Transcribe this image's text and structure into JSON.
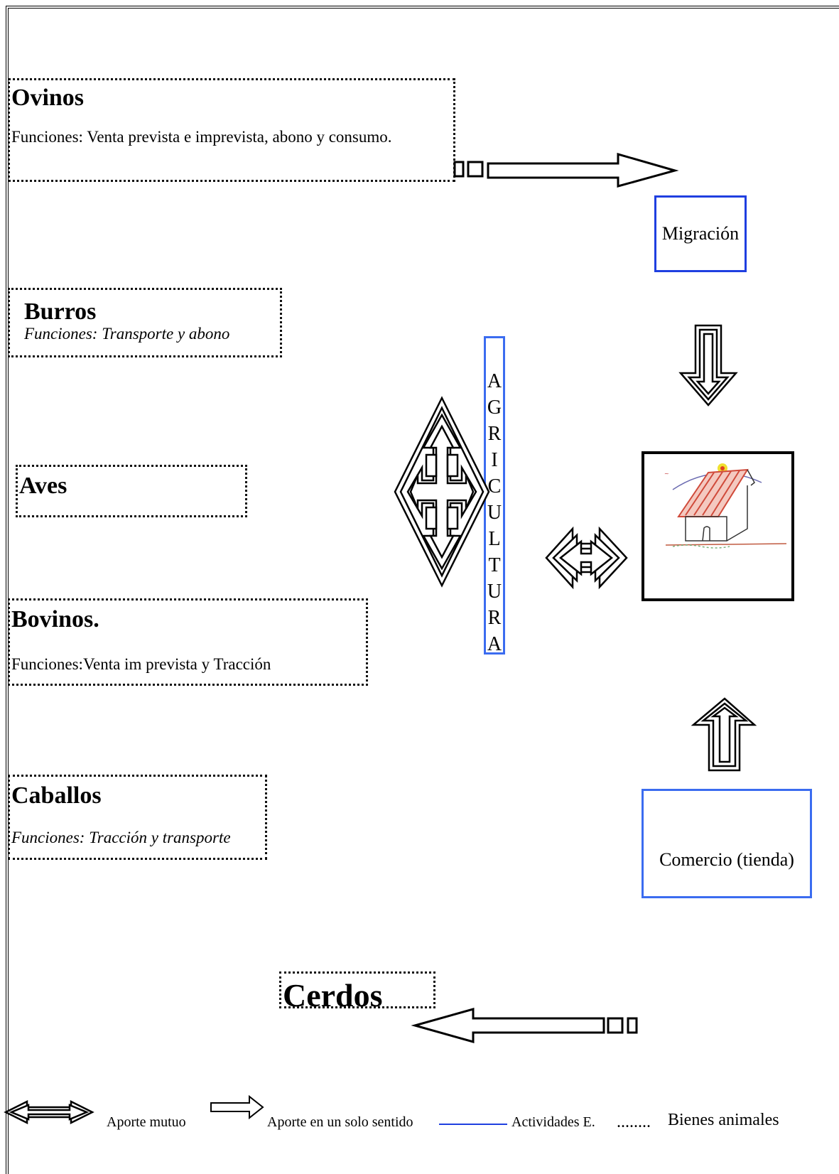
{
  "boxes": {
    "ovinos": {
      "title": "Ovinos",
      "func": "Funciones: Venta prevista e imprevista, abono y consumo."
    },
    "burros": {
      "title": "Burros",
      "func": "Funciones: Transporte y abono"
    },
    "aves": {
      "title": "Aves"
    },
    "bovinos": {
      "title": "Bovinos.",
      "func": "Funciones:Venta im prevista y Tracción"
    },
    "caballos": {
      "title": "Caballos",
      "func": "Funciones: Tracción y transporte"
    },
    "cerdos": {
      "title": "Cerdos"
    }
  },
  "activities": {
    "migracion": "Migración",
    "comercio": "Comercio (tienda)",
    "agricultura": [
      "A",
      "G",
      "R",
      "I",
      "C",
      "U",
      "L",
      "T",
      "U",
      "R",
      "A"
    ]
  },
  "legend": {
    "mutuo": "Aporte mutuo",
    "sentido": "Aporte en un solo sentido",
    "actividades": "Actividades E.",
    "dots": "........",
    "bienes": "Bienes animales"
  },
  "colors": {
    "blue_line": "#1f3fe0",
    "blue_light": "#3b6cf0",
    "roof": "#e05a4a"
  }
}
